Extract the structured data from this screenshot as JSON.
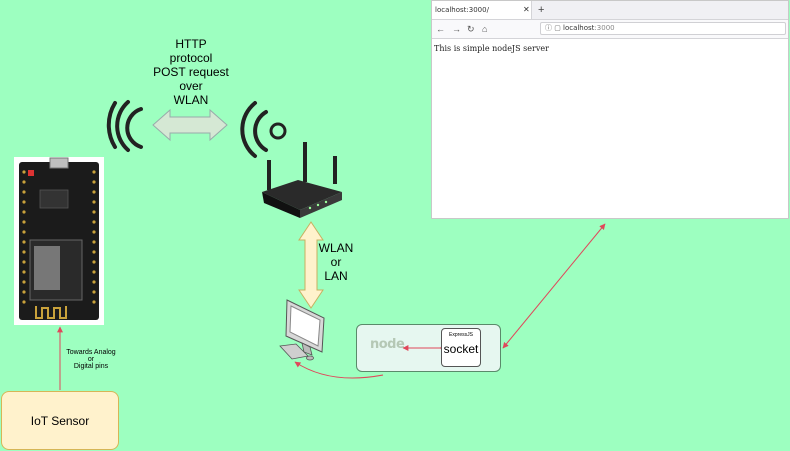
{
  "labels": {
    "http": [
      "HTTP",
      "protocol",
      "POST request",
      "over",
      "WLAN"
    ],
    "wlan_lan": [
      "WLAN",
      "or",
      "LAN"
    ],
    "towards": [
      "Towards Analog",
      "or",
      "Digital pins"
    ],
    "iot_sensor": "IoT Sensor"
  },
  "server": {
    "node_logo": "node",
    "express_title": "ExpressJS",
    "socket": "socket"
  },
  "browser": {
    "tab_title": "localhost:3000/",
    "tab_close": "✕",
    "new_tab": "+",
    "back": "←",
    "forward": "→",
    "reload": "↻",
    "home": "⌂",
    "url_host": "localhost",
    "url_port": ":3000",
    "content": "This is simple nodeJS server"
  },
  "colors": {
    "background": "#9dffc0",
    "arrow_red": "#e0475a",
    "double_arrow_fill": "#d5e8d4",
    "yellow_arrow_fill": "#fff2cc"
  }
}
